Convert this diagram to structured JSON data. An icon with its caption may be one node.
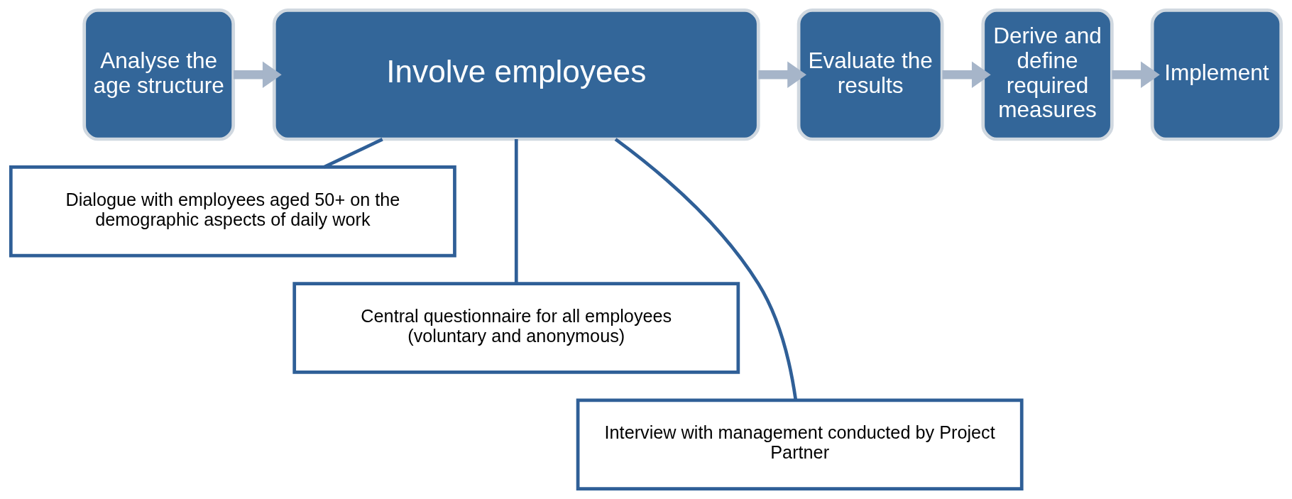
{
  "diagram": {
    "nodes": [
      {
        "text": [
          "Analyse the age structure"
        ]
      },
      {
        "text": [
          "Involve employees"
        ]
      },
      {
        "text": [
          "Evaluate the results"
        ]
      },
      {
        "text": [
          "Derive and define required measures"
        ]
      },
      {
        "text": [
          "Implement"
        ]
      },
      {
        "text": [
          "Dialogue with employees aged 50+ on the demographic aspects of daily work"
        ]
      },
      {
        "text": [
          "Central questionnaire for all employees (voluntary and anonymous)"
        ]
      },
      {
        "text": [
          "Interview with management conducted by Project Partner"
        ]
      }
    ],
    "edges": [
      {
        "from": 0,
        "to": 1,
        "arrow": "to"
      },
      {
        "from": 1,
        "to": 2,
        "arrow": "to"
      },
      {
        "from": 2,
        "to": 3,
        "arrow": "to"
      },
      {
        "from": 3,
        "to": 4,
        "arrow": "to"
      },
      {
        "from": 1,
        "to": 5,
        "arrow": "none",
        "color": "#2f5f97"
      },
      {
        "from": 1,
        "to": 6,
        "arrow": "none",
        "color": "#2f5f97"
      },
      {
        "from": 1,
        "to": 7,
        "arrow": "none",
        "color": "#2f5f97"
      }
    ]
  }
}
